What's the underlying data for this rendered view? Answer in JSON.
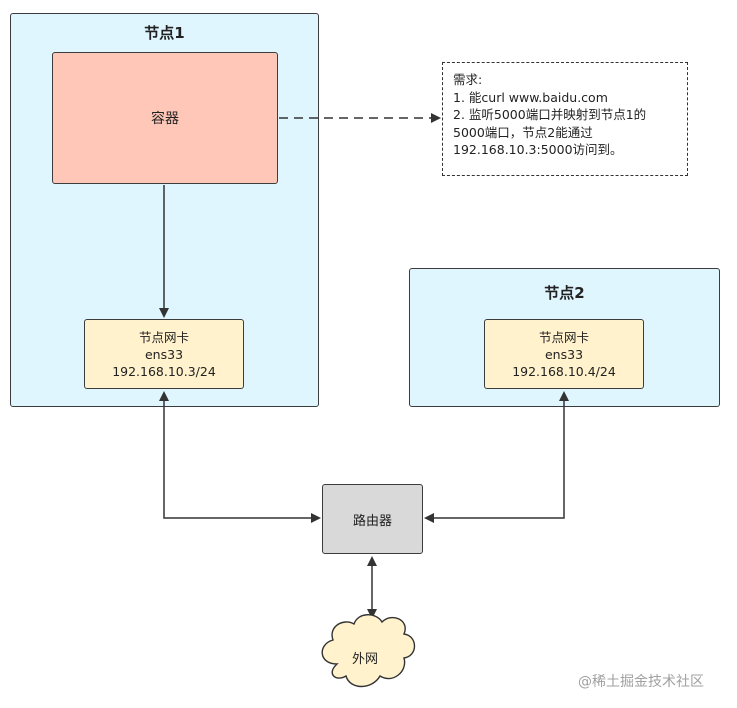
{
  "node1": {
    "title": "节点1",
    "container_label": "容器",
    "nic": {
      "name": "节点网卡",
      "iface": "ens33",
      "ip": "192.168.10.3/24"
    }
  },
  "node2": {
    "title": "节点2",
    "nic": {
      "name": "节点网卡",
      "iface": "ens33",
      "ip": "192.168.10.4/24"
    }
  },
  "requirements": {
    "lines": [
      "需求:",
      "1. 能curl www.baidu.com",
      "2. 监听5000端口并映射到节点1的",
      "5000端口，节点2能通过",
      "192.168.10.3:5000访问到。"
    ]
  },
  "router": {
    "label": "路由器"
  },
  "internet": {
    "label": "外网"
  },
  "watermark": "@稀土掘金技术社区",
  "colors": {
    "node_fill": "#dff6ff",
    "container_fill": "#ffc7b8",
    "nic_fill": "#fff2cc",
    "router_fill": "#d9d9d9",
    "cloud_fill": "#fff2cc"
  }
}
